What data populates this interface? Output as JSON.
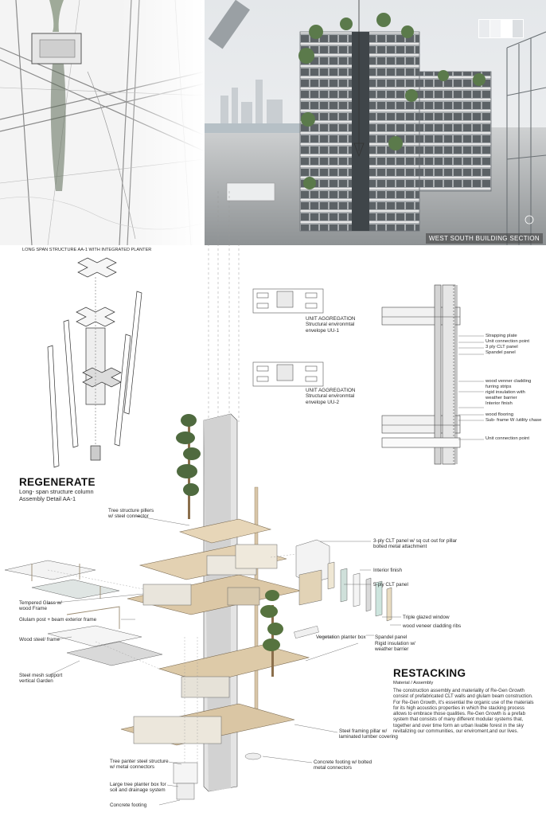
{
  "top_left": {
    "caption": "LONG SPAN STRUCTURE AA-1 WITH INTEGRATED PLANTER"
  },
  "render": {
    "caption": "WEST SOUTH BUILDING SECTION",
    "swatch_colors": [
      "#e9ebee",
      "#f3f4f6",
      "#ffffff",
      "#dcdfe2"
    ]
  },
  "regenerate": {
    "title": "REGENERATE",
    "subtitle_lines": [
      "Long- span structure column",
      "Assembly Detail  AA-1"
    ]
  },
  "unit_aggregation": [
    {
      "lines": [
        "UNIT AGGREGATION",
        "Structural environmtal",
        "envelope UU-1"
      ]
    },
    {
      "lines": [
        "UNIT AGGREGATION",
        "Structural environmtal",
        "envelope UU-2"
      ]
    }
  ],
  "wall_section_labels": [
    "Strapping plate",
    "Unit connection point",
    "3  ply CLT  panel",
    "Spandel panel",
    "wood venner cladding",
    "furring strips",
    "rigid insulation with",
    "weather barrier",
    "Interior finish",
    "wood flooring",
    "Sub- frame W /utility chase",
    "Unit connection point"
  ],
  "assembly_left_labels": [
    {
      "lines": [
        "Tree structure pillers",
        "w/ steel connector"
      ]
    },
    {
      "lines": [
        "Tempered Glass w/",
        "wood Frame"
      ]
    },
    {
      "lines": [
        "Glulam post + beam  exterior frame"
      ]
    },
    {
      "lines": [
        "Wood steel/ frame"
      ]
    },
    {
      "lines": [
        "Steel mesh support",
        "vertical Garden"
      ]
    },
    {
      "lines": [
        "Tree panter steel structure",
        "w/ metal connectors"
      ]
    },
    {
      "lines": [
        "Large tree planter box for",
        "soil and drainage system"
      ]
    },
    {
      "lines": [
        "Concrete footing"
      ]
    }
  ],
  "assembly_right_labels": [
    {
      "lines": [
        "3-ply CLT panel w/ sq cut out for pillar",
        "bolted metal attachment"
      ]
    },
    {
      "lines": [
        "Interior finish"
      ]
    },
    {
      "lines": [
        "5-ply CLT panel"
      ]
    },
    {
      "lines": [
        "Triple glazed window"
      ]
    },
    {
      "lines": [
        "wood veneer cladding ribs"
      ]
    },
    {
      "lines": [
        "Vegetation planter box"
      ]
    },
    {
      "lines": [
        "Spandel panel"
      ]
    },
    {
      "lines": [
        "Rigid insulation w/",
        "weather barrier"
      ]
    },
    {
      "lines": [
        "Steel framing pillar w/",
        "laminated lumber covering"
      ]
    },
    {
      "lines": [
        "Concrete footing w/ bolted",
        "metal connectors"
      ]
    }
  ],
  "restacking": {
    "title": "RESTACKING",
    "subtitle": "Material / Assembly",
    "body": "The construction assembly and materiality of Re-Gen Growth consist of prefabricated CLT walls and glulam beam construction. For Re-Gen Growth, it's essential the organic use of the materials for its high acoustics properties in which the stacking process allows to embrace those qualities. Re-Gen Growth is a prefab system that consists of many different modular systems that, together and over time form an urban livable forest in the sky revitalizing our communities, our enviroment,and our lives."
  }
}
